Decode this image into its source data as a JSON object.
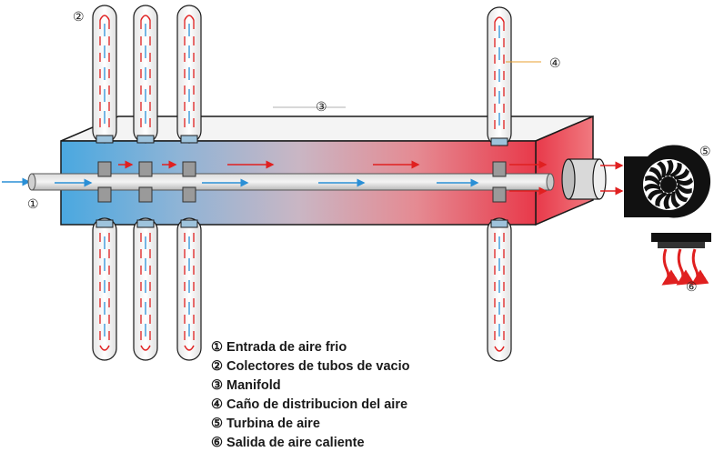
{
  "diagram": {
    "callouts": {
      "inlet": "①",
      "collectors": "②",
      "manifold": "③",
      "distribution_pipe": "④",
      "turbine": "⑤",
      "hot_outlet": "⑥"
    },
    "legend": [
      "① Entrada de aire frio",
      "② Colectores de tubos de vacio",
      "③ Manifold",
      "④ Caño de distribucion del aire",
      "⑤ Turbina de aire",
      "⑥ Salida de aire caliente"
    ],
    "colors": {
      "cold": "#4aa8e0",
      "hot": "#e8394a",
      "arrow_cold": "#2a8fd6",
      "arrow_hot": "#e02020",
      "outline": "#1a1a1a"
    }
  }
}
